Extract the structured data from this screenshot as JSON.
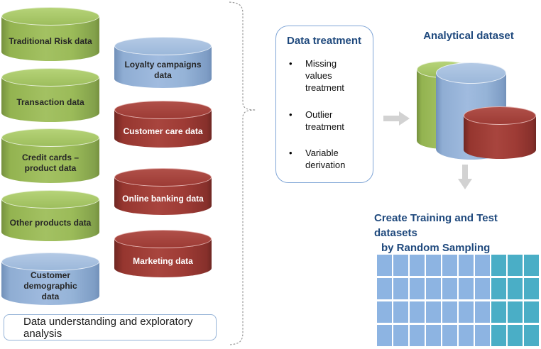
{
  "diagram": {
    "source_columns": {
      "column1": [
        {
          "label": "Traditional Risk data",
          "color": "green"
        },
        {
          "label": "Transaction data",
          "color": "green"
        },
        {
          "label": "Credit cards – product data",
          "color": "green"
        },
        {
          "label": "Other products data",
          "color": "green"
        },
        {
          "label": "Customer demographic data",
          "color": "blue"
        }
      ],
      "column2": [
        {
          "label": "Loyalty campaigns data",
          "color": "blue"
        },
        {
          "label": "Customer care data",
          "color": "red"
        },
        {
          "label": "Online banking data",
          "color": "red"
        },
        {
          "label": "Marketing data",
          "color": "red"
        }
      ]
    },
    "understanding_box": {
      "label": "Data understanding and exploratory analysis"
    },
    "data_treatment": {
      "title": "Data treatment",
      "bullets": [
        "Missing values treatment",
        "Outlier treatment",
        "Variable derivation"
      ]
    },
    "analytical_dataset": {
      "title": "Analytical dataset"
    },
    "sampling": {
      "title": "Create Training and Test datasets by Random Sampling",
      "title_line1": "Create Training and Test datasets",
      "title_line2": "by Random Sampling",
      "grid": {
        "rows": 4,
        "columns": 10,
        "training_columns": 7,
        "test_columns": 3
      }
    },
    "colors": {
      "green_cylinder": "#9BBB59",
      "blue_cylinder": "#95B3D7",
      "red_cylinder": "#9E3B35",
      "grid_training": "#8DB4E2",
      "grid_test": "#4AAEC6",
      "heading_text": "#1F497D",
      "arrow_gray": "#D2D2D2",
      "brace_gray": "#9A9A9A"
    }
  }
}
